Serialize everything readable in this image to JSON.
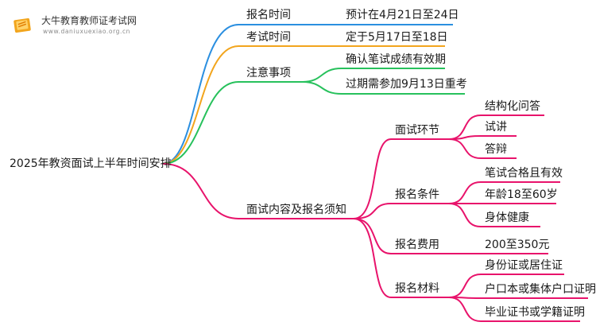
{
  "watermark": {
    "site_name": "大牛教育教师证考试网",
    "site_url": "www.daniuxuexiao.org.cn",
    "icon": "book-logo-icon"
  },
  "mindmap": {
    "root": "2025年教资面试上半年时间安排",
    "colors": {
      "blue": "#2b8fe0",
      "orange": "#f2a51d",
      "green": "#27c15c",
      "magenta": "#e8136b"
    },
    "branches": [
      {
        "label": "报名时间",
        "color": "blue",
        "children": [
          "预计在4月21日至24日"
        ]
      },
      {
        "label": "考试时间",
        "color": "orange",
        "children": [
          "定于5月17日至18日"
        ]
      },
      {
        "label": "注意事项",
        "color": "green",
        "children": [
          "确认笔试成绩有效期",
          "过期需参加9月13日重考"
        ]
      },
      {
        "label": "面试内容及报名须知",
        "color": "magenta",
        "children": [
          {
            "label": "面试环节",
            "children": [
              "结构化问答",
              "试讲",
              "答辩"
            ]
          },
          {
            "label": "报名条件",
            "children": [
              "笔试合格且有效",
              "年龄18至60岁",
              "身体健康"
            ]
          },
          {
            "label": "报名费用",
            "children": [
              "200至350元"
            ]
          },
          {
            "label": "报名材料",
            "children": [
              "身份证或居住证",
              "户口本或集体户口证明",
              "毕业证书或学籍证明"
            ]
          }
        ]
      }
    ]
  }
}
